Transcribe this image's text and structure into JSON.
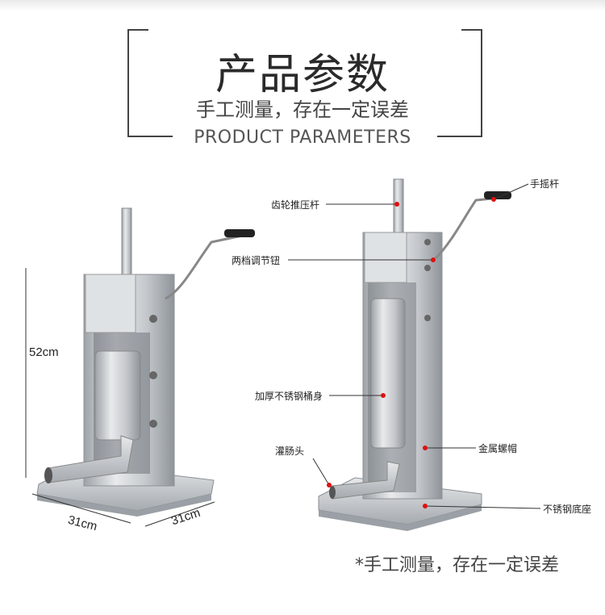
{
  "header": {
    "title": "产品参数",
    "subtitle": "手工测量，存在一定误差",
    "subtitle_en": "PRODUCT PARAMETERS"
  },
  "dimensions": {
    "height": "52cm",
    "width": "31cm",
    "depth": "31cm"
  },
  "callouts": {
    "gear_rod": "齿轮推压杆",
    "crank": "手摇杆",
    "two_gear_knob": "两档调节钮",
    "barrel": "加厚不锈钢桶身",
    "nozzle": "灌肠头",
    "metal_cap": "金属螺帽",
    "base": "不锈钢底座"
  },
  "footnote": "*手工测量，存在一定误差",
  "colors": {
    "accent_dot": "#e01010",
    "steel": "#c9ccd0"
  }
}
